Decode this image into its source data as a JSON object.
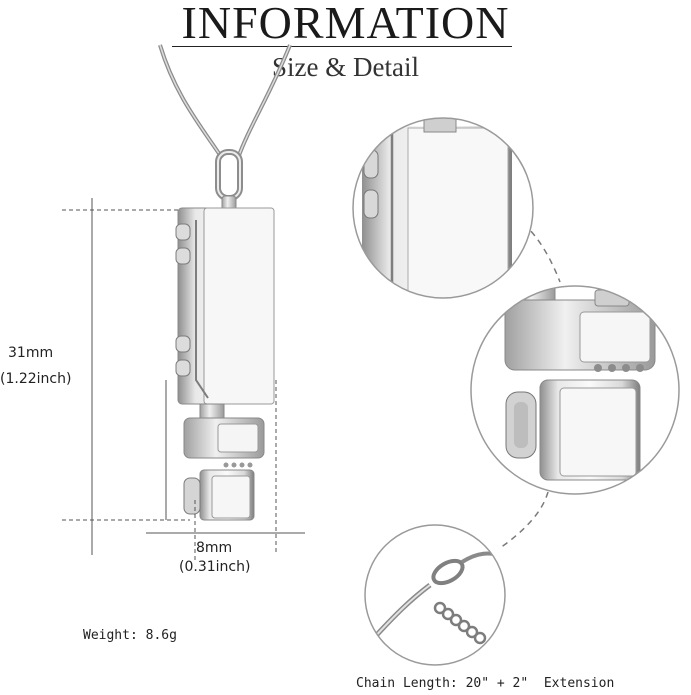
{
  "header": {
    "title": "INFORMATION",
    "subtitle": "Size & Detail"
  },
  "dimensions": {
    "height_mm": "31mm",
    "height_inch": "(1.22inch)",
    "width_mm": "8mm",
    "width_inch": "(0.31inch)"
  },
  "specs": {
    "weight": "Weight: 8.6g",
    "chain_length": "Chain Length: 20\" + 2\"  Extension"
  },
  "colors": {
    "silver_light": "#f2f2f2",
    "silver_mid": "#c9c9c9",
    "silver_dark": "#8a8a8a",
    "dash": "#7a7a7a"
  }
}
